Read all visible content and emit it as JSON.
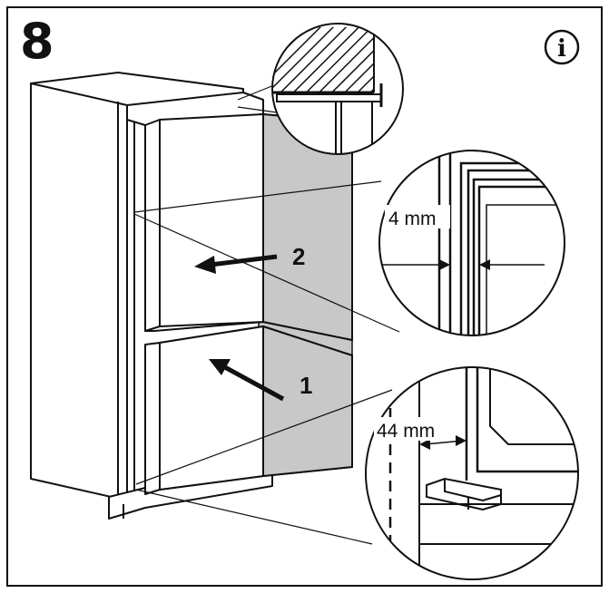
{
  "step_number": "8",
  "info_icon": {
    "icon": "info-icon",
    "glyph": "i"
  },
  "arrows": {
    "arrow_1": "1",
    "arrow_2": "2"
  },
  "details": {
    "gap_top": "4 mm",
    "gap_bottom": "44 mm"
  },
  "colors": {
    "stroke": "#111111",
    "shade": "#c8c8c8",
    "background": "#ffffff"
  }
}
